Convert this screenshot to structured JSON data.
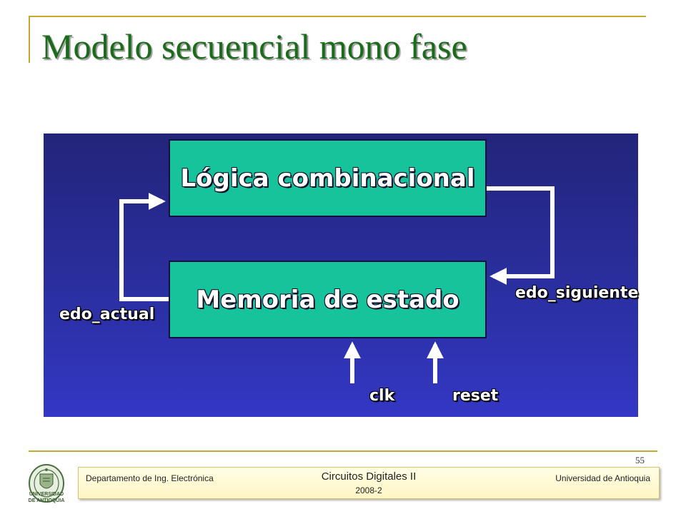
{
  "slide": {
    "title": "Modelo secuencial mono fase",
    "page_number": "55"
  },
  "diagram": {
    "blocks": {
      "logic": "Lógica combinacional",
      "memory": "Memoria de estado"
    },
    "signals": {
      "edo_actual": "edo_actual",
      "edo_siguiente": "edo_siguiente",
      "clk": "clk",
      "reset": "reset"
    }
  },
  "logo": {
    "line1": "UNIVERSIDAD",
    "line2": "DE ANTIOQUIA"
  },
  "footer": {
    "department": "Departamento de Ing. Electrónica",
    "course": "Circuitos Digitales II",
    "semester": "2008-2",
    "university": "Universidad de Antioquia"
  },
  "colors": {
    "title": "#1a6b1a",
    "accent_rule": "#c8a830",
    "diagram_bg": "#2a2fa0",
    "block_fill": "#17c39a"
  }
}
